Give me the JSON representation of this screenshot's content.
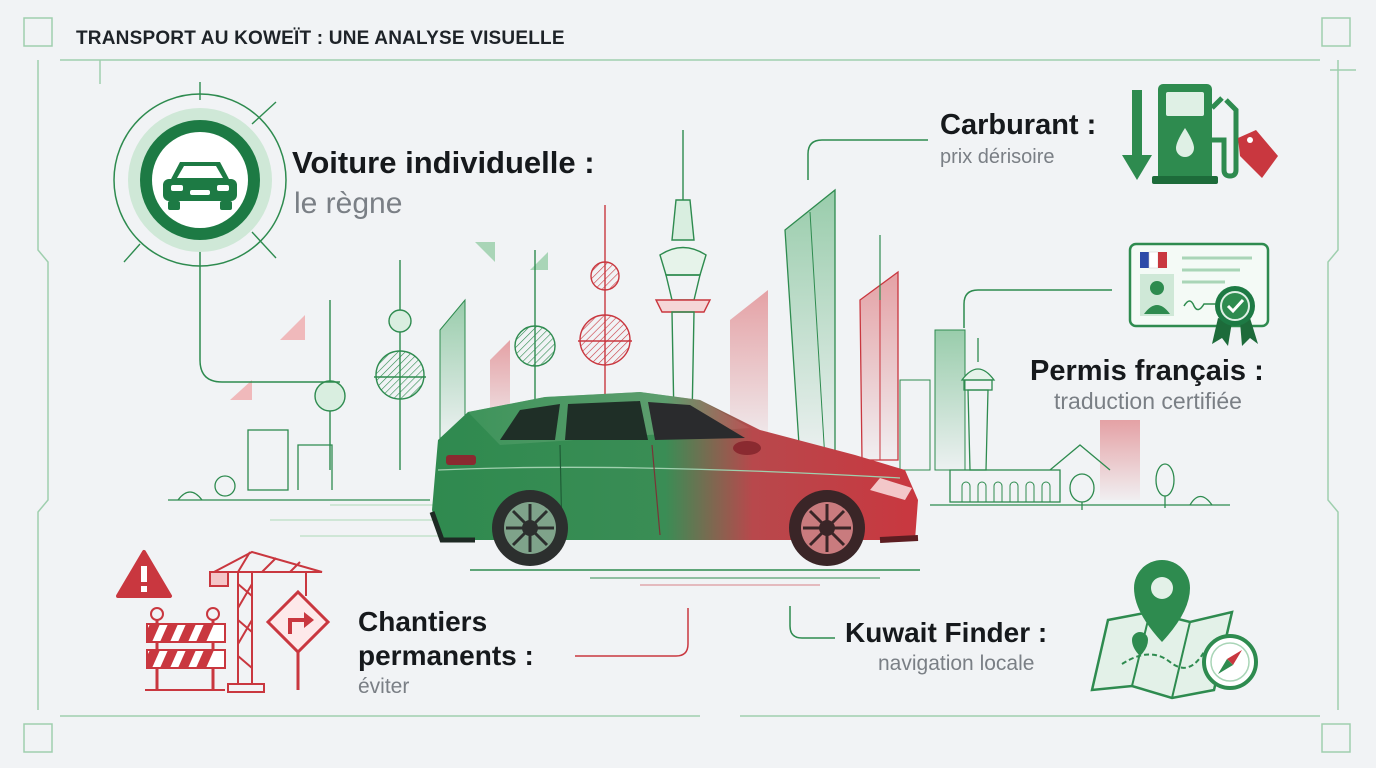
{
  "title": "TRANSPORT AU KOWEÏT : UNE ANALYSE VISUELLE",
  "sections": {
    "car": {
      "label": "Voiture individuelle :",
      "note": "le règne"
    },
    "fuel": {
      "label": "Carburant :",
      "note": "prix dérisoire"
    },
    "license": {
      "label": "Permis français :",
      "note": "traduction certifiée"
    },
    "roadworks": {
      "label_line1": "Chantiers",
      "label_line2": "permanents :",
      "note": "éviter"
    },
    "finder": {
      "label": "Kuwait Finder :",
      "note": "navigation locale"
    }
  },
  "colors": {
    "green": "#2e8b4f",
    "dark_green": "#1d6b3a",
    "red": "#c9373f",
    "light_red": "#e8a9ac",
    "light_green": "#a9d5b7"
  },
  "icons": [
    "car-icon",
    "fuel-pump-icon",
    "down-arrow-icon",
    "price-tag-icon",
    "id-card-icon",
    "french-flag-icon",
    "certified-badge-icon",
    "warning-icon",
    "barrier-icon",
    "crane-icon",
    "turn-sign-icon",
    "map-pin-icon",
    "folded-map-icon",
    "compass-icon"
  ]
}
